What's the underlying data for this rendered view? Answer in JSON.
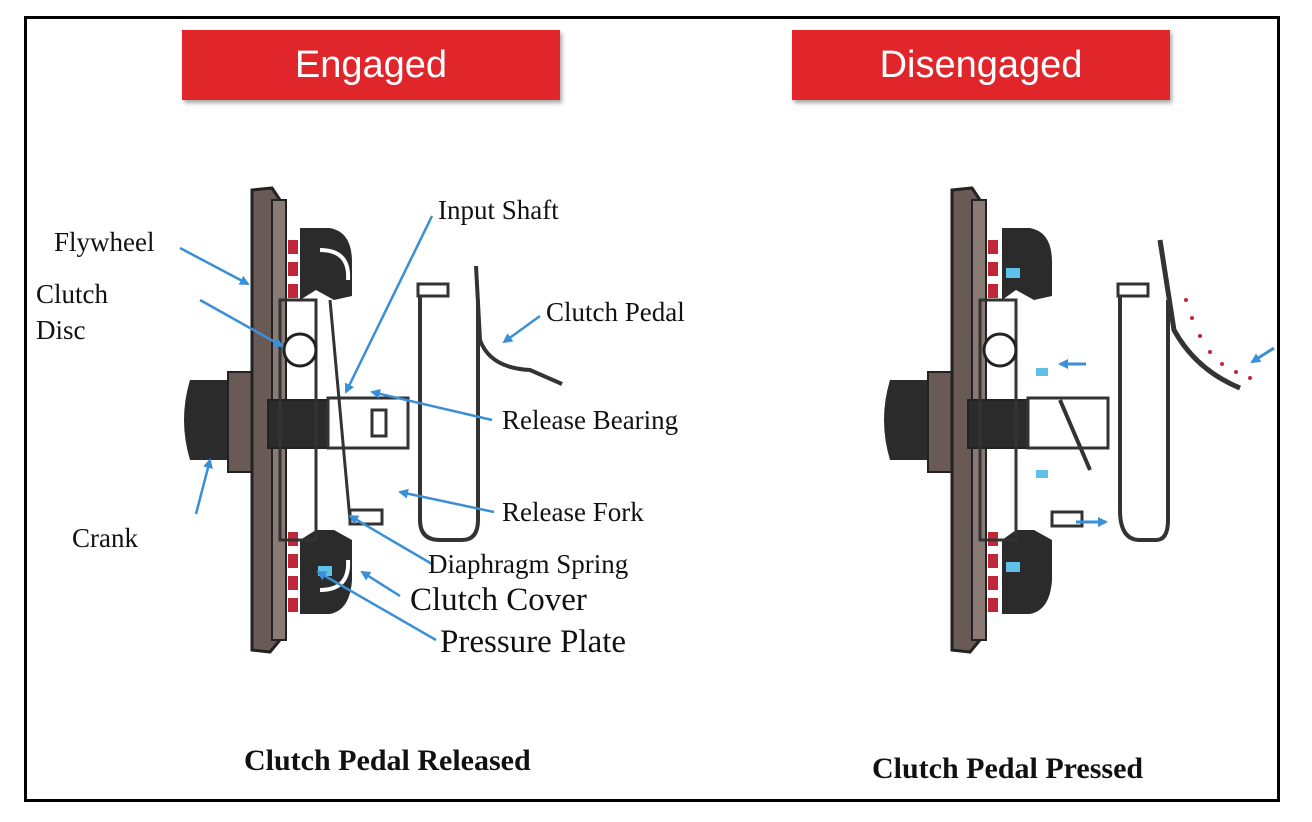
{
  "headers": {
    "left": "Engaged",
    "right": "Disengaged"
  },
  "labels": {
    "flywheel": "Flywheel",
    "clutch_disc_line1": "Clutch",
    "clutch_disc_line2": "Disc",
    "crank": "Crank",
    "input_shaft": "Input Shaft",
    "clutch_pedal": "Clutch Pedal",
    "release_bearing": "Release Bearing",
    "release_fork": "Release Fork",
    "diaphragm_spring": "Diaphragm Spring",
    "clutch_cover": "Clutch Cover",
    "pressure_plate": "Pressure Plate"
  },
  "captions": {
    "left": "Clutch Pedal Released",
    "right": "Clutch Pedal Pressed"
  },
  "colors": {
    "banner": "#e0262b",
    "arrow": "#3a8fd6",
    "part_dark": "#2b2b2b",
    "part_mid": "#6a5a55",
    "friction": "#c0283a",
    "highlight": "#5fc0e8"
  }
}
